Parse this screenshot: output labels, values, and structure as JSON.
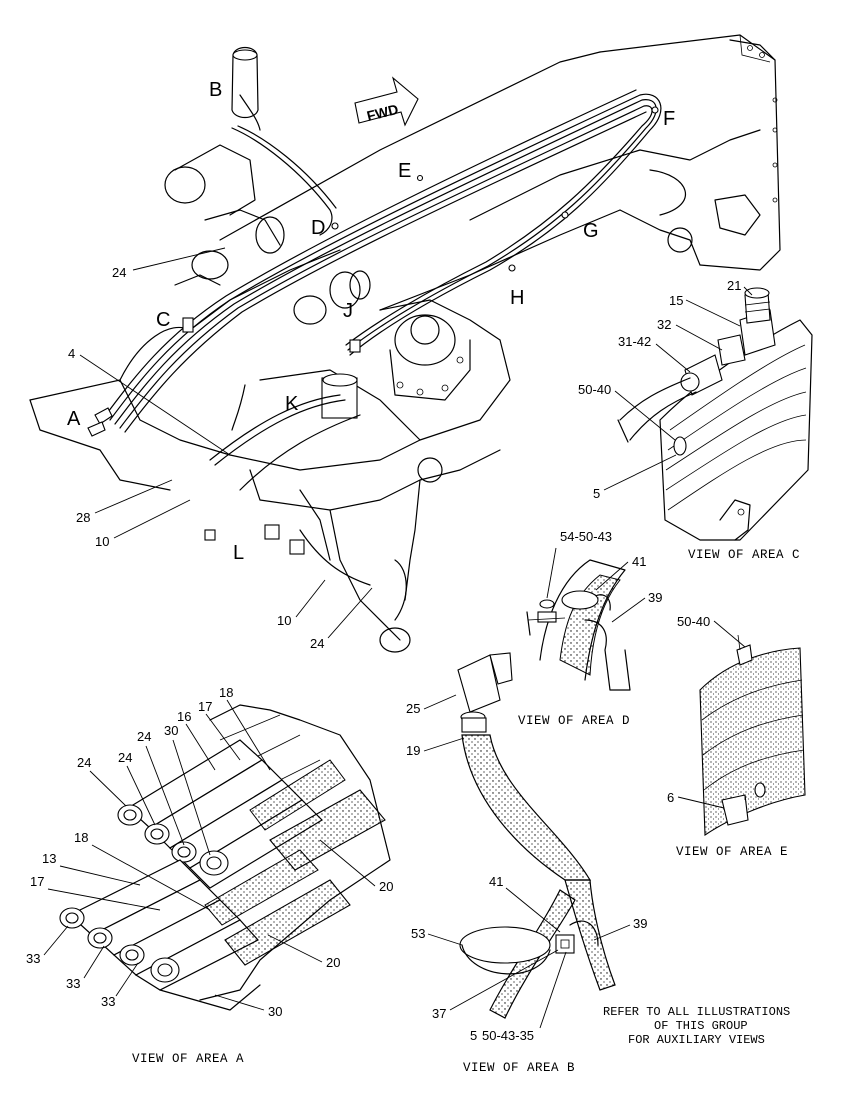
{
  "fwd_arrow": "FWD",
  "area_letters": [
    "A",
    "B",
    "C",
    "D",
    "E",
    "F",
    "G",
    "H",
    "J",
    "K",
    "L"
  ],
  "main_callouts": [
    "24",
    "4",
    "28",
    "10",
    "10",
    "24"
  ],
  "view_c": {
    "caption": "VIEW OF AREA C",
    "callouts": [
      "21",
      "15",
      "32",
      "31-42",
      "50-40",
      "5"
    ]
  },
  "view_d": {
    "caption": "VIEW OF AREA D",
    "callouts": [
      "54-50-43",
      "41",
      "39"
    ]
  },
  "view_e": {
    "caption": "VIEW OF AREA E",
    "callouts": [
      "50-40",
      "6"
    ]
  },
  "view_a": {
    "caption": "VIEW OF AREA A",
    "callouts": [
      "18",
      "17",
      "16",
      "30",
      "24",
      "24",
      "24",
      "18",
      "13",
      "17",
      "20",
      "20",
      "33",
      "33",
      "33",
      "30"
    ]
  },
  "view_b": {
    "caption": "VIEW OF AREA B",
    "callouts": [
      "25",
      "19",
      "41",
      "39",
      "53",
      "37",
      "5",
      "50-43-35"
    ]
  },
  "note_lines": [
    "REFER TO ALL ILLUSTRATIONS",
    "OF THIS GROUP",
    "FOR AUXILIARY VIEWS"
  ]
}
